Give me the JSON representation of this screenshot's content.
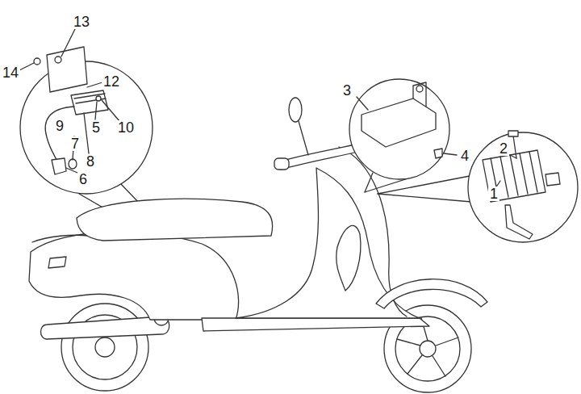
{
  "diagram": {
    "labels": [
      "13",
      "14",
      "12",
      "9",
      "5",
      "10",
      "7",
      "8",
      "6",
      "3",
      "4",
      "2",
      "1"
    ]
  }
}
